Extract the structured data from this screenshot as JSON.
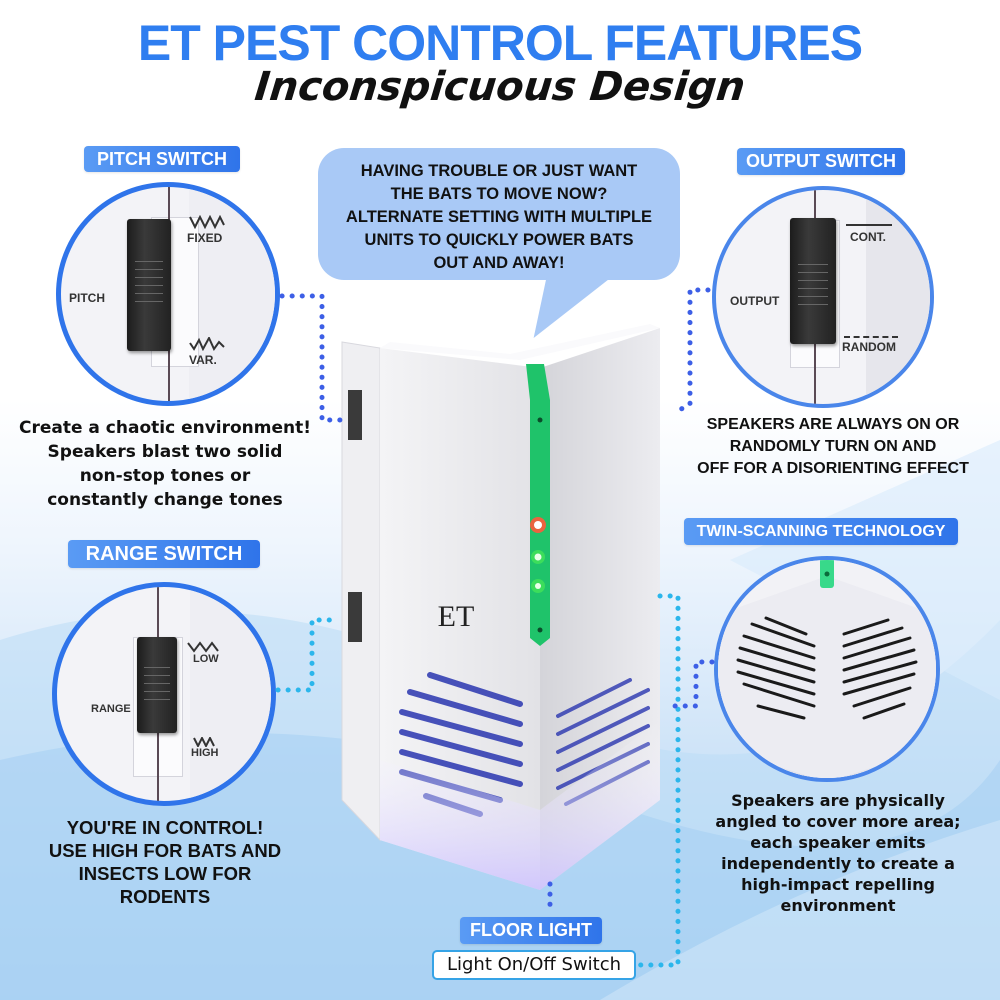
{
  "header": {
    "title": "ET PEST CONTROL FEATURES",
    "subtitle": "Inconspicuous Design"
  },
  "colors": {
    "accent_blue": "#2f7ef0",
    "badge_blue": "#2f74ea",
    "bubble_blue": "#a9c9f6",
    "dot_blue": "#3d5fe6",
    "dot_cyan": "#2bb6ec",
    "led_red": "#ff3b2a",
    "led_green": "#2fe04a",
    "strip_green": "#1fc36a"
  },
  "callout_bubble": {
    "lines": [
      "HAVING TROUBLE OR JUST WANT",
      "THE BATS TO MOVE NOW?",
      "ALTERNATE SETTING  WITH MULTIPLE",
      "UNITS  TO QUICKLY POWER BATS",
      "OUT AND AWAY!"
    ]
  },
  "features": {
    "pitch": {
      "badge": "PITCH SWITCH",
      "switch_label": "PITCH",
      "top_option": "FIXED",
      "bottom_option": "VAR.",
      "caption": [
        "Create a chaotic environment!",
        "Speakers blast two solid",
        "non-stop tones or",
        "constantly change tones"
      ]
    },
    "output": {
      "badge": "OUTPUT SWITCH",
      "switch_label": "OUTPUT",
      "top_option": "CONT.",
      "bottom_option": "RANDOM",
      "caption": [
        "SPEAKERS ARE ALWAYS ON OR",
        "RANDOMLY TURN ON AND",
        "OFF FOR A DISORIENTING EFFECT"
      ]
    },
    "range": {
      "badge": "RANGE SWITCH",
      "switch_label": "RANGE",
      "top_option": "LOW",
      "bottom_option": "HIGH",
      "caption": [
        "YOU'RE IN CONTROL!",
        "USE HIGH FOR BATS AND",
        "INSECTS LOW FOR",
        "RODENTS"
      ]
    },
    "twin_scanning": {
      "badge": "TWIN-SCANNING TECHNOLOGY",
      "caption": [
        "Speakers are physically",
        "angled to cover more area;",
        "each speaker emits",
        "independently to create a",
        "high-impact repelling",
        "environment"
      ]
    },
    "floor_light": {
      "badge": "FLOOR LIGHT",
      "label": "Light On/Off Switch"
    }
  },
  "device": {
    "brand_mark": "ET",
    "leds": [
      "red",
      "green",
      "green"
    ]
  }
}
